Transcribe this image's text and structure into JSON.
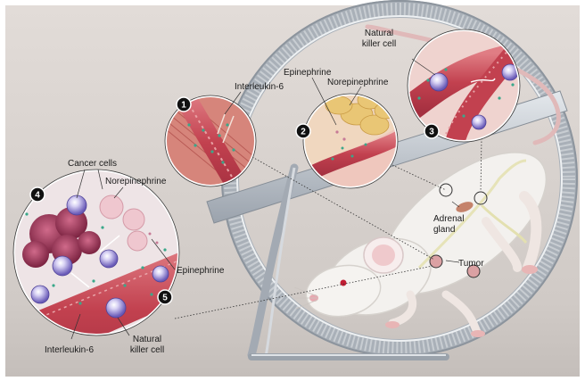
{
  "labels": {
    "il6_top": "Interleukin-6",
    "epinephrine_top": "Epinephrine",
    "norepinephrine_top": "Norepinephrine",
    "nk_top_line1": "Natural",
    "nk_top_line2": "killer cell",
    "cancer_cells": "Cancer cells",
    "norepinephrine_left": "Norepinephrine",
    "epinephrine_left": "Epinephrine",
    "il6_bottom": "Interleukin-6",
    "nk_bottom_line1": "Natural",
    "nk_bottom_line2": "killer cell",
    "adrenal_line1": "Adrenal",
    "adrenal_line2": "gland",
    "tumor": "Tumor"
  },
  "steps": [
    "1",
    "2",
    "3",
    "4",
    "5"
  ],
  "colors": {
    "background_top": "#ddd7d3",
    "background_bottom": "#c9c3bf",
    "wheel_metal": "#9ba3ad",
    "vessel": "#c2414f",
    "nk_cell": "#6a5bb8",
    "cancer_cell": "#8e2e4d",
    "fat_tissue": "#e6c473",
    "mouse_body": "#f3f1ee",
    "marker_badge": "#111111"
  }
}
